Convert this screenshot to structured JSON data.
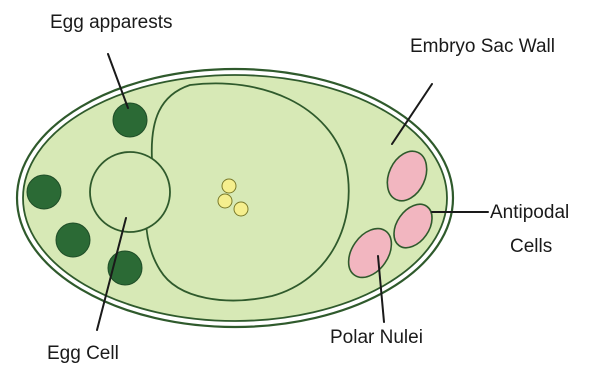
{
  "labels": {
    "egg_apparatus": "Egg apparests",
    "embryo_sac_wall": "Embryo Sac Wall",
    "antipodal_line1": "Antipodal",
    "antipodal_line2": "Cells",
    "polar_nuclei": "Polar Nulei",
    "egg_cell": "Egg Cell"
  },
  "colors": {
    "cytoplasm": "#d7e9b6",
    "outline": "#2f5a2c",
    "synergid": "#2b6a35",
    "antipodal": "#f2b6c0",
    "nucleus_dot": "#f5ef8e",
    "text": "#1a1a1a"
  }
}
